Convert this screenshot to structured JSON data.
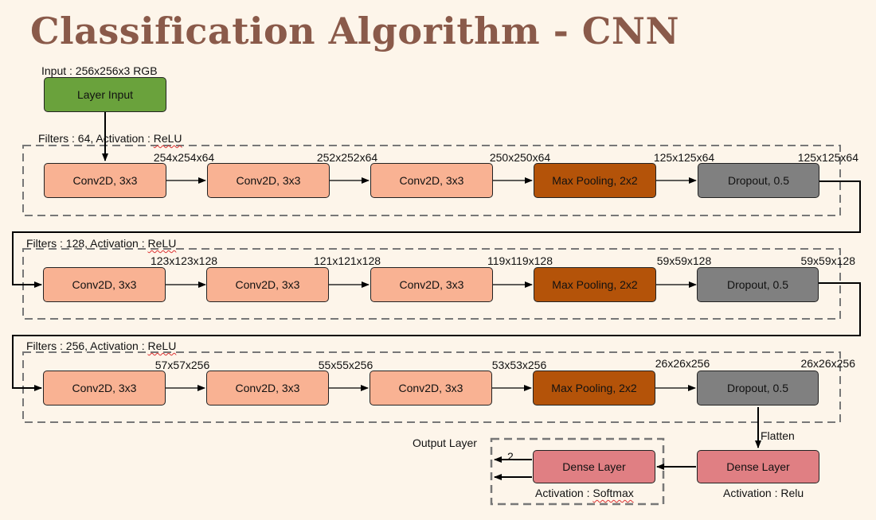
{
  "title": "Classification Algorithm - CNN",
  "input": {
    "caption": "Input : 256x256x3 RGB",
    "box": "Layer Input"
  },
  "blocks": [
    {
      "filter_label_pre": "Filters : 64, Activation : ",
      "activation": "ReLU",
      "layers": [
        "Conv2D, 3x3",
        "Conv2D, 3x3",
        "Conv2D, 3x3",
        "Max Pooling, 2x2",
        "Dropout, 0.5"
      ],
      "shapes": [
        "254x254x64",
        "252x252x64",
        "250x250x64",
        "125x125x64",
        "125x125x64"
      ]
    },
    {
      "filter_label_pre": "Filters : 128, Activation : ",
      "activation": "ReLU",
      "layers": [
        "Conv2D, 3x3",
        "Conv2D, 3x3",
        "Conv2D, 3x3",
        "Max Pooling, 2x2",
        "Dropout, 0.5"
      ],
      "shapes": [
        "123x123x128",
        "121x121x128",
        "119x119x128",
        "59x59x128",
        "59x59x128"
      ]
    },
    {
      "filter_label_pre": "Filters : 256, Activation : ",
      "activation": "ReLU",
      "layers": [
        "Conv2D, 3x3",
        "Conv2D, 3x3",
        "Conv2D, 3x3",
        "Max Pooling, 2x2",
        "Dropout, 0.5"
      ],
      "shapes": [
        "57x57x256",
        "55x55x256",
        "53x53x256",
        "26x26x256",
        "26x26x256"
      ]
    }
  ],
  "flatten": "Flatten",
  "hidden_dense": {
    "box": "Dense Layer",
    "activation_pre": "Activation : ",
    "activation": "Relu"
  },
  "output_dense": {
    "box": "Dense Layer",
    "activation_pre": "Activation : ",
    "activation": "Softmax"
  },
  "output_layer_label": "Output Layer",
  "output_units": "2",
  "colors": {
    "title": "#8a5a4a",
    "background": "#fdf5ea",
    "conv": "#f9b293",
    "pool": "#b45309",
    "dropout": "#808080",
    "input": "#6aa23c",
    "dense": "#e07f83"
  }
}
